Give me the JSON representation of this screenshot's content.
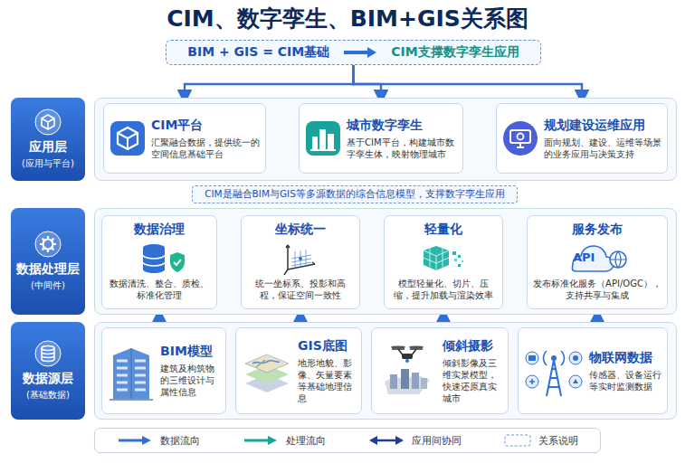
{
  "diagram": {
    "title": "CIM、数字孪生、BIM+GIS关系图",
    "nodes": [
      {
        "text": [
          "BIM + GIS = CIM基础",
          "CIM支撑数字孪生应用"
        ]
      },
      {
        "text": [
          "应用层",
          "(应用与平台)"
        ]
      },
      {
        "text": [
          "CIM平台",
          "汇聚融合数据，提供统一的空间信息基础平台"
        ]
      },
      {
        "text": [
          "城市数字孪生",
          "基于CIM平台，构建城市数字孪生体，映射物理城市"
        ]
      },
      {
        "text": [
          "规划建设运维应用",
          "面向规划、建设、运维等场景的业务应用与决策支持"
        ]
      },
      {
        "text": [
          "CIM是融合BIM与GIS等多源数据的综合信息模型，支撑数字孪生应用"
        ]
      },
      {
        "text": [
          "数据处理层",
          "(中间件)"
        ]
      },
      {
        "text": [
          "数据治理",
          "数据清洗、整合、质检、标准化管理"
        ]
      },
      {
        "text": [
          "坐标统一",
          "统一坐标系、投影和高程，保证空间一致性"
        ]
      },
      {
        "text": [
          "轻量化",
          "模型轻量化、切片、压缩，提升加载与渲染效率"
        ]
      },
      {
        "text": [
          "服务发布",
          "发布标准化服务（API/OGC），支持共享与集成"
        ]
      },
      {
        "text": [
          "数据源层",
          "(基础数据)"
        ]
      },
      {
        "text": [
          "BIM模型",
          "建筑及构筑物的三维设计与属性信息"
        ]
      },
      {
        "text": [
          "GIS底图",
          "地形地貌、影像、矢量要素等基础地理信息"
        ]
      },
      {
        "text": [
          "倾斜摄影",
          "倾斜影像及三维实景模型，快速还原真实城市"
        ]
      },
      {
        "text": [
          "物联网数据",
          "传感器、设备运行等实时监测数据"
        ]
      }
    ],
    "edges": [
      {
        "from": 0,
        "to": 2,
        "arrow": "to"
      },
      {
        "from": 0,
        "to": 3,
        "arrow": "to"
      },
      {
        "from": 0,
        "to": 4,
        "arrow": "to"
      },
      {
        "from": 2,
        "to": 3,
        "arrow": "both"
      },
      {
        "from": 3,
        "to": 4,
        "arrow": "both"
      },
      {
        "from": 7,
        "to": 8,
        "arrow": "to"
      },
      {
        "from": 8,
        "to": 9,
        "arrow": "to"
      },
      {
        "from": 9,
        "to": 10,
        "arrow": "to"
      },
      {
        "from": 12,
        "to": 7,
        "arrow": "to"
      },
      {
        "from": 13,
        "to": 8,
        "arrow": "to"
      },
      {
        "from": 14,
        "to": 9,
        "arrow": "to"
      },
      {
        "from": 15,
        "to": 10,
        "arrow": "to"
      }
    ],
    "labels": [
      "API"
    ],
    "legend": [
      {
        "text": "数据流向"
      },
      {
        "text": "处理流向"
      },
      {
        "text": "应用间协同"
      },
      {
        "text": "关系说明"
      }
    ]
  }
}
